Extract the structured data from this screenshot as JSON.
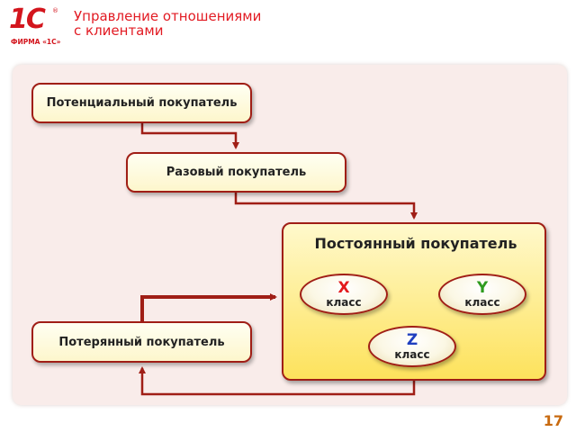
{
  "logo": {
    "mark": "1С",
    "registered": "®",
    "firm": "ФИРМА «1С»"
  },
  "header": {
    "title_lines": [
      "Управление отношениями",
      "с клиентами"
    ]
  },
  "nodes": {
    "potential": "Потенциальный покупатель",
    "onetime": "Разовый покупатель",
    "constant": "Постоянный покупатель",
    "lost": "Потерянный покупатель"
  },
  "classes": [
    {
      "id": "x",
      "letter": "X",
      "word": "класс",
      "color": "#e31a1c"
    },
    {
      "id": "y",
      "letter": "Y",
      "word": "класс",
      "color": "#2e9b1e"
    },
    {
      "id": "z",
      "letter": "Z",
      "word": "класс",
      "color": "#1f3fbf"
    }
  ],
  "colors": {
    "accent": "#e21b23",
    "connector": "#a01e16"
  },
  "page_number": "17"
}
